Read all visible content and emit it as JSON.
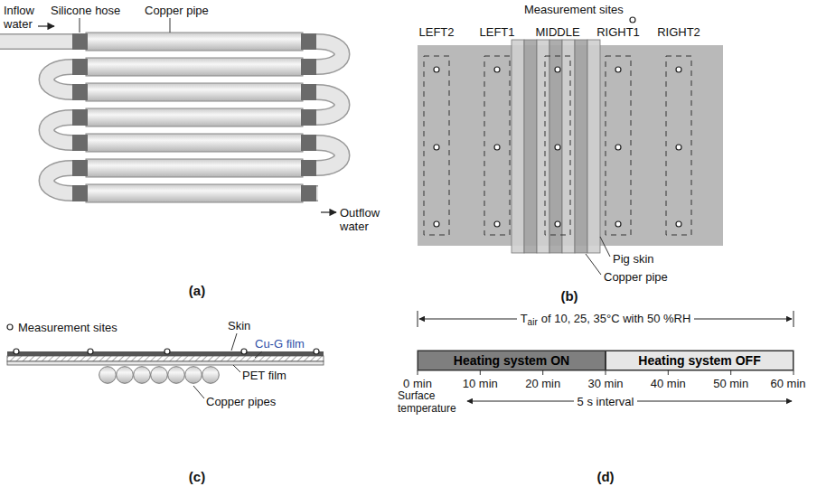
{
  "diagram": {
    "nodes": [
      {
        "text": [
          "Heating system ON"
        ]
      },
      {
        "text": [
          "Heating system OFF"
        ]
      }
    ],
    "labels": [
      "Inflow water",
      "Silicone hose",
      "Copper pipe",
      "Outflow water",
      "(a)",
      "Measurement sites",
      "LEFT2",
      "LEFT1",
      "MIDDLE",
      "RIGHT1",
      "RIGHT2",
      "Pig skin",
      "Copper pipe",
      "(b)",
      "Measurement sites",
      "Skin",
      "Cu-G film",
      "PET film",
      "Copper pipes",
      "(c)",
      "T",
      "air",
      "of 10, 25, 35°C with 50 %RH",
      "0 min",
      "10 min",
      "20 min",
      "30 min",
      "40 min",
      "50 min",
      "60 min",
      "Surface temperature",
      "5 s interval",
      "(d)"
    ]
  }
}
